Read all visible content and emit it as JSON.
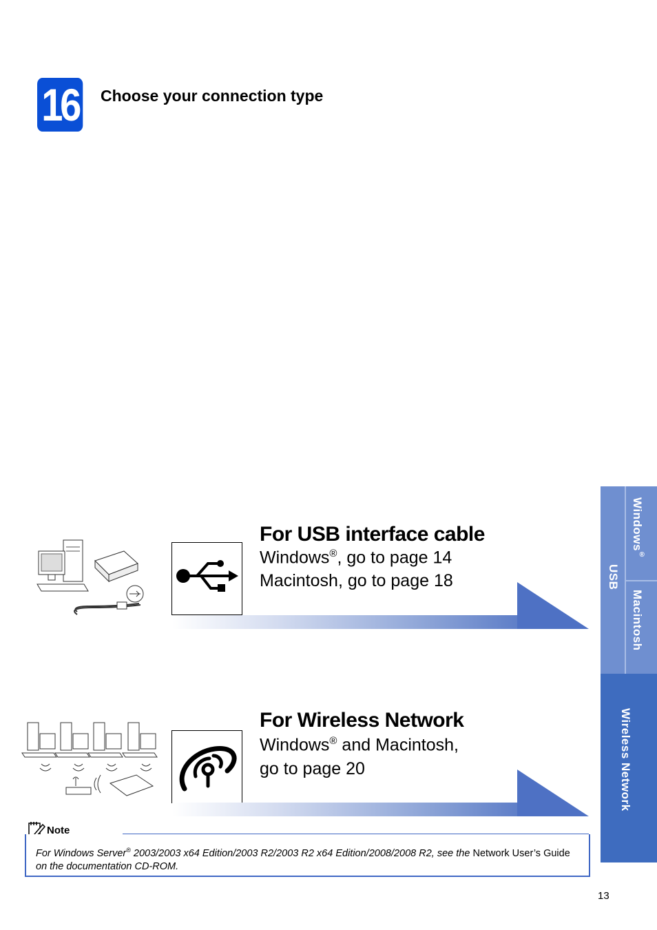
{
  "step": {
    "number": "16",
    "title": "Choose your connection type"
  },
  "usb": {
    "title": "For USB interface cable",
    "line1_pre": "Windows",
    "line1_sup": "®",
    "line1_post": ", go to page 14",
    "line2": "Macintosh, go to page 18",
    "icon": "usb-icon"
  },
  "wireless": {
    "title": "For Wireless Network",
    "line1_pre": "Windows",
    "line1_sup": "®",
    "line1_post": " and Macintosh,",
    "line2": "go to page 20",
    "icon": "wireless-icon"
  },
  "note": {
    "label": "Note",
    "t1": "For Windows Server",
    "sup": "®",
    "t2": " 2003/2003 x64 Edition/2003 R2/2003 R2 x64 Edition/2008/2008 R2, see the ",
    "t3": "Network User’s Guide",
    "t4": " on the documentation CD-ROM."
  },
  "sidebar": {
    "usb": "USB",
    "windows": "Windows",
    "windows_sup": "®",
    "macintosh": "Macintosh",
    "wireless": "Wireless Network"
  },
  "page_number": "13",
  "colors": {
    "step_box": "#0a4fd6",
    "sidebar_top": "#6f8fd0",
    "sidebar_bottom": "#3e6cbf",
    "note_border": "#3f67c4"
  }
}
